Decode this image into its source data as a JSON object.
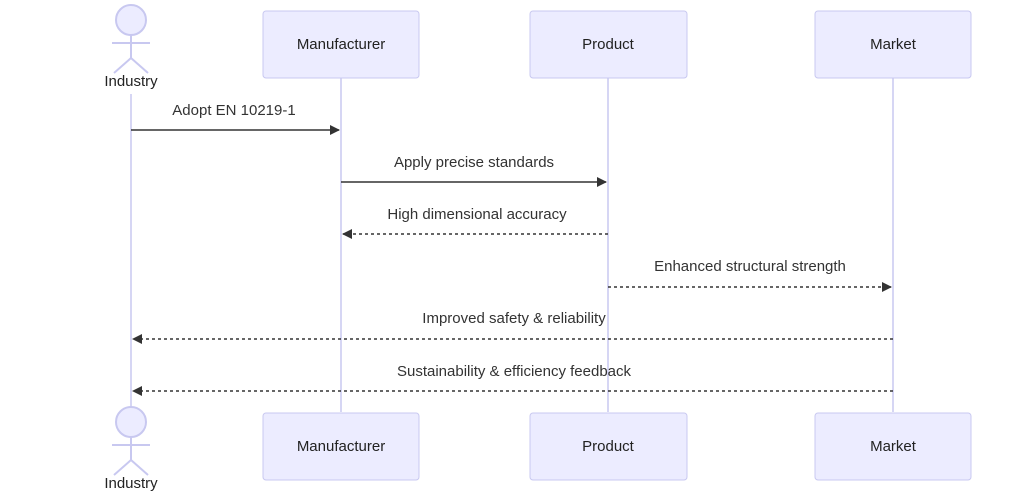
{
  "participants": [
    {
      "id": "industry",
      "label": "Industry",
      "kind": "actor"
    },
    {
      "id": "manufacturer",
      "label": "Manufacturer",
      "kind": "box"
    },
    {
      "id": "product",
      "label": "Product",
      "kind": "box"
    },
    {
      "id": "market",
      "label": "Market",
      "kind": "box"
    }
  ],
  "messages": [
    {
      "from": "industry",
      "to": "manufacturer",
      "label": "Adopt EN 10219-1",
      "style": "solid"
    },
    {
      "from": "manufacturer",
      "to": "product",
      "label": "Apply precise standards",
      "style": "solid"
    },
    {
      "from": "product",
      "to": "manufacturer",
      "label": "High dimensional accuracy",
      "style": "dashed"
    },
    {
      "from": "product",
      "to": "market",
      "label": "Enhanced structural strength",
      "style": "dashed"
    },
    {
      "from": "market",
      "to": "industry",
      "label": "Improved safety & reliability",
      "style": "dashed"
    },
    {
      "from": "market",
      "to": "industry",
      "label": "Sustainability & efficiency feedback",
      "style": "dashed"
    }
  ],
  "colors": {
    "box_fill": "#ECECFF",
    "box_stroke": "#C8C8F0",
    "line": "#333333"
  }
}
